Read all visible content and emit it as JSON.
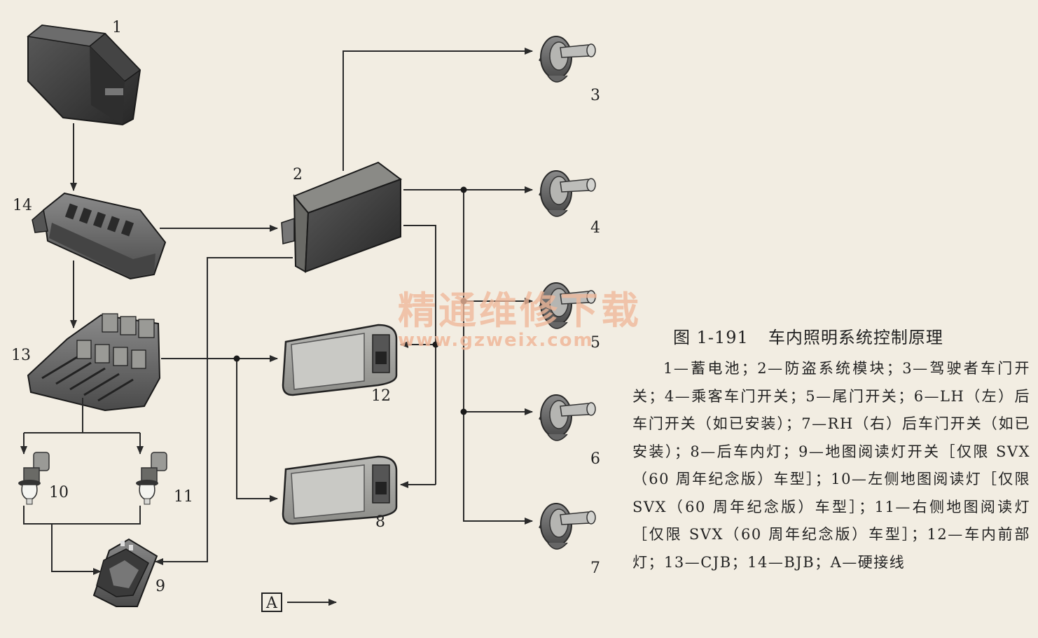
{
  "figure": {
    "number": "图 1-191",
    "title": "车内照明系统控制原理",
    "legend": "1—蓄电池；2—防盗系统模块；3—驾驶者车门开关；4—乘客车门开关；5—尾门开关；6—LH（左）后车门开关（如已安装）；7—RH（右）后车门开关（如已安装）；8—后车内灯；9—地图阅读灯开关［仅限 SVX（60 周年纪念版）车型］；10—左侧地图阅读灯［仅限 SVX（60 周年纪念版）车型］；11—右侧地图阅读灯［仅限 SVX（60 周年纪念版）车型］；12—车内前部灯；13—CJB；14—BJB；A—硬接线"
  },
  "labels": {
    "n1": "1",
    "n2": "2",
    "n3": "3",
    "n4": "4",
    "n5": "5",
    "n6": "6",
    "n7": "7",
    "n8": "8",
    "n9": "9",
    "n10": "10",
    "n11": "11",
    "n12": "12",
    "n13": "13",
    "n14": "14",
    "boxA": "A"
  },
  "watermark": {
    "cn": "精通维修下载",
    "url": "www.gzweix.com"
  }
}
